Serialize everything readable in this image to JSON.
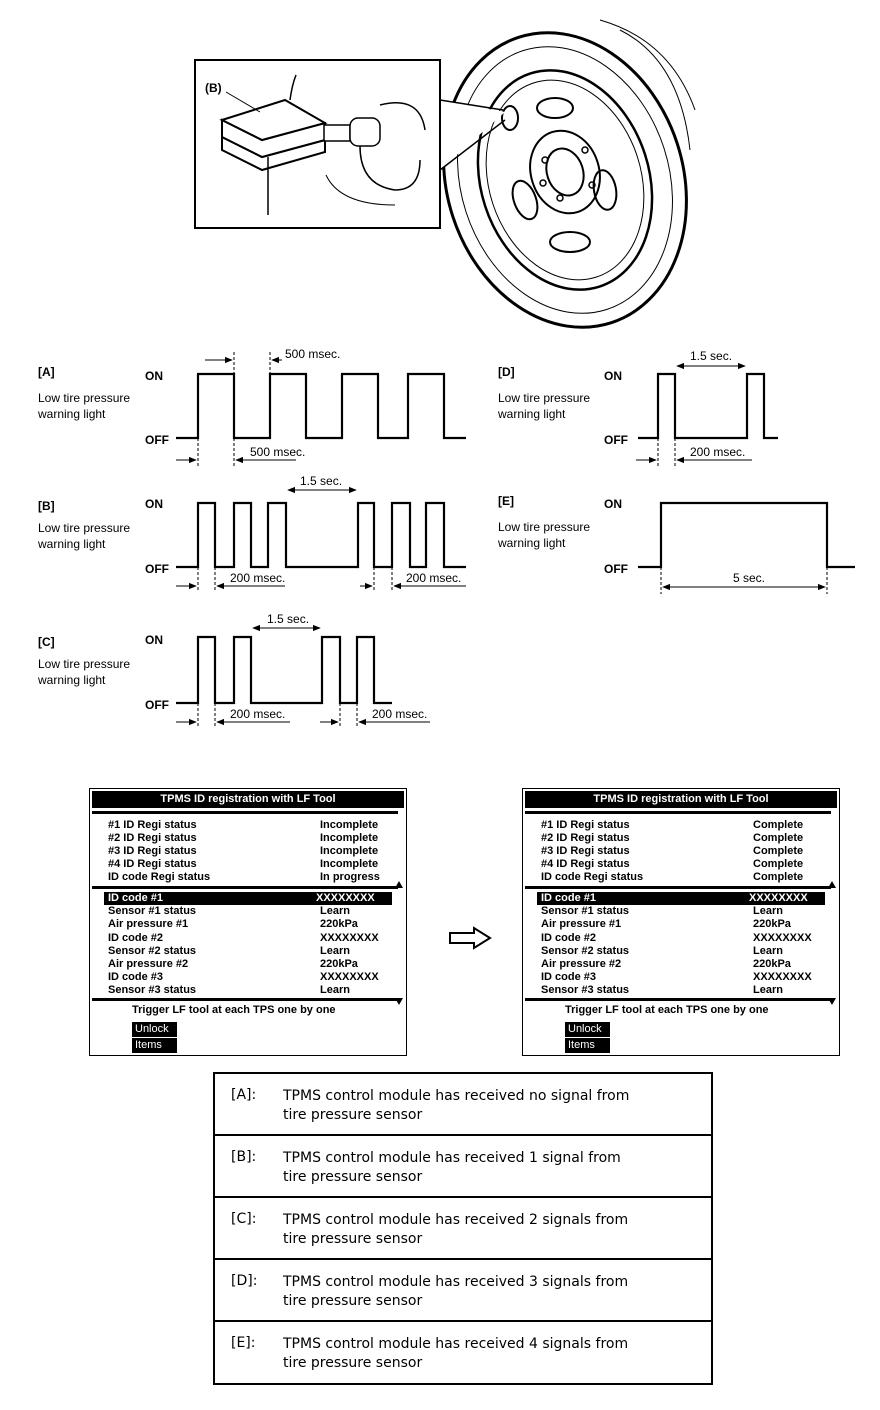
{
  "illustration": {
    "callout": "(B)"
  },
  "waveforms": {
    "on": "ON",
    "off": "OFF",
    "caption": [
      "Low tire pressure",
      "warning light"
    ],
    "panels": [
      {
        "id": "[A]",
        "dims": [
          "500 msec.",
          "500 msec."
        ]
      },
      {
        "id": "[B]",
        "dims": [
          "1.5 sec.",
          "200 msec.",
          "200 msec."
        ]
      },
      {
        "id": "[C]",
        "dims": [
          "1.5 sec.",
          "200 msec.",
          "200 msec."
        ]
      },
      {
        "id": "[D]",
        "dims": [
          "1.5 sec.",
          "200 msec."
        ]
      },
      {
        "id": "[E]",
        "dims": [
          "5 sec."
        ]
      }
    ]
  },
  "screen_before": {
    "title": "TPMS ID registration with LF Tool",
    "status_rows": [
      {
        "label": "#1 ID Regi status",
        "value": "Incomplete"
      },
      {
        "label": "#2 ID Regi status",
        "value": "Incomplete"
      },
      {
        "label": "#3 ID Regi status",
        "value": "Incomplete"
      },
      {
        "label": "#4 ID Regi status",
        "value": "Incomplete"
      },
      {
        "label": "ID code Regi status",
        "value": "In progress"
      }
    ],
    "detail_rows": [
      {
        "label": "ID code #1",
        "value": "XXXXXXXX"
      },
      {
        "label": "Sensor #1 status",
        "value": "Learn"
      },
      {
        "label": "Air pressure #1",
        "value": "220kPa"
      },
      {
        "label": "ID code #2",
        "value": "XXXXXXXX"
      },
      {
        "label": "Sensor #2 status",
        "value": "Learn"
      },
      {
        "label": "Air pressure #2",
        "value": "220kPa"
      },
      {
        "label": "ID code #3",
        "value": "XXXXXXXX"
      },
      {
        "label": "Sensor #3 status",
        "value": "Learn"
      }
    ],
    "footer": "Trigger LF tool at each TPS one by one",
    "buttons": [
      "Unlock",
      "Items"
    ]
  },
  "screen_after": {
    "title": "TPMS ID registration with LF Tool",
    "status_rows": [
      {
        "label": "#1 ID Regi status",
        "value": "Complete"
      },
      {
        "label": "#2 ID Regi status",
        "value": "Complete"
      },
      {
        "label": "#3 ID Regi status",
        "value": "Complete"
      },
      {
        "label": "#4 ID Regi status",
        "value": "Complete"
      },
      {
        "label": "ID code Regi status",
        "value": "Complete"
      }
    ],
    "detail_rows": [
      {
        "label": "ID code #1",
        "value": "XXXXXXXX"
      },
      {
        "label": "Sensor #1 status",
        "value": "Learn"
      },
      {
        "label": "Air pressure #1",
        "value": "220kPa"
      },
      {
        "label": "ID code #2",
        "value": "XXXXXXXX"
      },
      {
        "label": "Sensor #2 status",
        "value": "Learn"
      },
      {
        "label": "Air pressure #2",
        "value": "220kPa"
      },
      {
        "label": "ID code #3",
        "value": "XXXXXXXX"
      },
      {
        "label": "Sensor #3 status",
        "value": "Learn"
      }
    ],
    "footer": "Trigger LF tool at each TPS one by one",
    "buttons": [
      "Unlock",
      "Items"
    ]
  },
  "legend": [
    {
      "key": "[A]:",
      "line1": "TPMS control module has received no signal from",
      "line2": "tire pressure sensor"
    },
    {
      "key": "[B]:",
      "line1": "TPMS control module has received 1 signal from",
      "line2": "tire pressure sensor"
    },
    {
      "key": "[C]:",
      "line1": "TPMS control module has received 2 signals from",
      "line2": "tire pressure sensor"
    },
    {
      "key": "[D]:",
      "line1": "TPMS control module has received 3 signals from",
      "line2": "tire pressure sensor"
    },
    {
      "key": "[E]:",
      "line1": "TPMS control module has received 4 signals from",
      "line2": "tire pressure sensor"
    }
  ]
}
